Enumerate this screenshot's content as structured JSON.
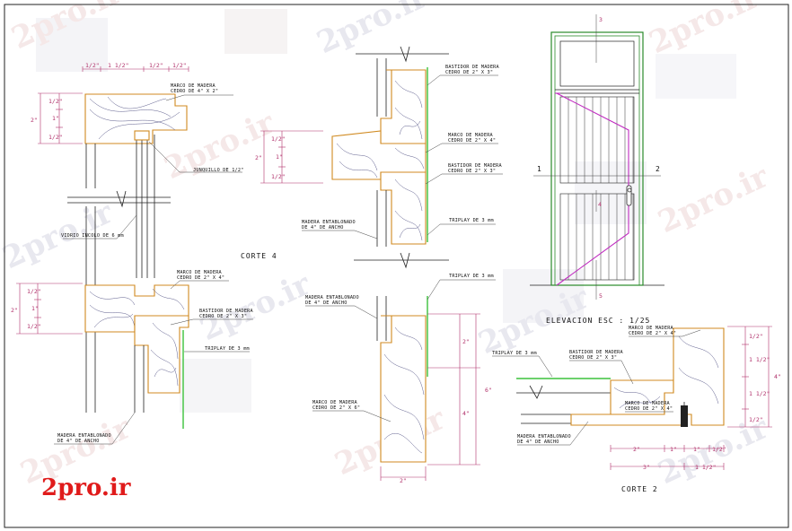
{
  "watermark": {
    "text": "2pro.ir",
    "brand": "2pro.ir"
  },
  "corte4": {
    "title": "CORTE  4",
    "top_dims": [
      "1/2\"",
      "1 1/2\"",
      "1/2\"",
      "1/2\""
    ],
    "left_dims_top": [
      "1/2\"",
      "1\"",
      "1/2\""
    ],
    "left_total_top": "2\"",
    "left_dims_bottom": [
      "1/2\"",
      "1\"",
      "1/2\""
    ],
    "left_total_bottom": "2\"",
    "labels": {
      "marco_top": [
        "MARCO DE MADERA",
        "CEDRO DE 4\" X 2\""
      ],
      "junquillo": "JUNQUILLO DE 1/2\"",
      "vidrio": "VIDRIO INCOLO DE 6 mm",
      "marco_bottom": [
        "MARCO DE MADERA",
        "CEDRO DE 2\" X 4\""
      ],
      "bastidor": [
        "BASTIDOR DE MADERA",
        "CEDRO DE 2\" X 3\""
      ],
      "triplay": "TRIPLAY DE 3 mm",
      "entablonado": [
        "MADERA ENTABLONADO",
        "DE 4\" DE ANCHO"
      ]
    }
  },
  "corte_mid": {
    "labels": {
      "bastidor_top": [
        "BASTIDOR DE MADERA",
        "CEDRO DE 2\" X 3\""
      ],
      "marco_mid": [
        "MARCO DE MADERA",
        "CEDRO DE 2\" X 4\""
      ],
      "bastidor_mid": [
        "BASTIDOR DE MADERA",
        "CEDRO DE 2\" X 3\""
      ],
      "entablonado_mid": [
        "MADERA ENTABLONADO",
        "DE 4\" DE ANCHO"
      ],
      "triplay_mid": "TRIPLAY DE 3 mm",
      "triplay_low": "TRIPLAY DE 3 mm",
      "entablonado_low": [
        "MADERA ENTABLONADO",
        "DE 4\" DE ANCHO"
      ],
      "marco_low": [
        "MARCO DE MADERA",
        "CEDRO DE 2\" X 6\""
      ]
    },
    "dims_mid": [
      "1/2\"",
      "1\"",
      "1/2\""
    ],
    "dims_mid_total": "2\"",
    "dims_low": [
      "2\"",
      "4\""
    ],
    "dims_low_total": "6\"",
    "dim_bottom": "2\""
  },
  "elevacion": {
    "title": "ELEVACION  ESC : 1/25",
    "markers": {
      "top": "3",
      "bottom": "5",
      "left": "1",
      "right": "2",
      "center": "4"
    }
  },
  "corte2": {
    "title": "CORTE  2",
    "labels": {
      "triplay": "TRIPLAY DE 3 mm",
      "bastidor": [
        "BASTIDOR DE MADERA",
        "CEDRO DE 2\" X 3\""
      ],
      "marco": [
        "MARCO DE MADERA",
        "CEDRO DE 2\" X 4\""
      ],
      "marco_right": [
        "MARCO DE MADERA",
        "CEDRO DE 2\" X 4\""
      ],
      "entablonado": [
        "MADERA ENTABLONADO",
        "DE 4\" DE ANCHO"
      ]
    },
    "right_dims": [
      "1/2\"",
      "1 1/2\"",
      "1 1/2\"",
      "1/2\""
    ],
    "right_total": "4\"",
    "bottom_dims_row1": [
      "2\"",
      "1\"",
      "1\"",
      "1/2\""
    ],
    "bottom_dims_row2": [
      "3\"",
      "1 1/2\""
    ]
  }
}
